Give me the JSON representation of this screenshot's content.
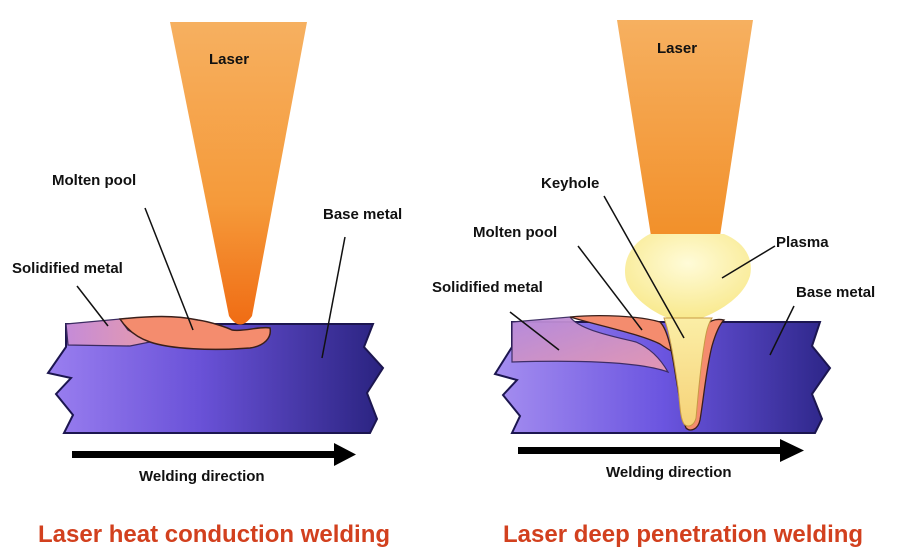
{
  "colors": {
    "caption": "#d2401e",
    "metal_light": "#9a7ff0",
    "metal_dark": "#2a2380",
    "laser_top": "#f5a84a",
    "laser_bottom": "#f27a1c",
    "molten": "#f48c6e",
    "plasma": "#fbf0a2"
  },
  "left_panel": {
    "laser_label": "Laser",
    "molten_pool_label": "Molten pool",
    "base_metal_label": "Base metal",
    "solidified_metal_label": "Solidified metal",
    "direction_label": "Welding direction",
    "caption": "Laser heat conduction welding"
  },
  "right_panel": {
    "laser_label": "Laser",
    "keyhole_label": "Keyhole",
    "molten_pool_label": "Molten pool",
    "plasma_label": "Plasma",
    "solidified_metal_label": "Solidified metal",
    "base_metal_label": "Base metal",
    "direction_label": "Welding direction",
    "caption": "Laser deep penetration welding"
  }
}
